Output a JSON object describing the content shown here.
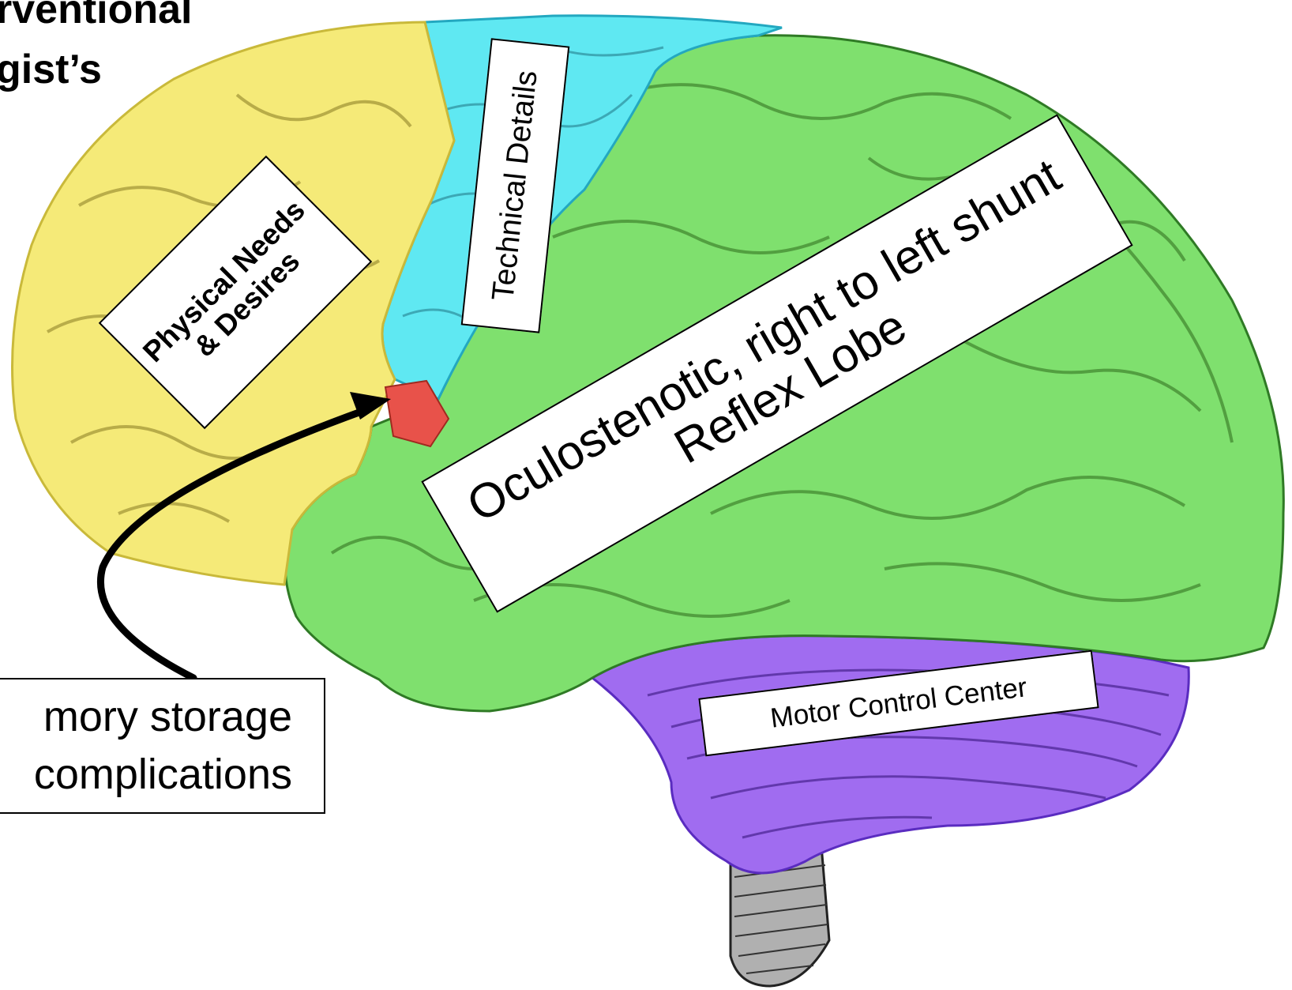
{
  "title": {
    "line1": "rventional",
    "line2": "gist’s"
  },
  "labels": {
    "physical": {
      "line1": "Physical Needs",
      "line2": "& Desires"
    },
    "technical": "Technical Details",
    "reflex": {
      "line1": "Oculostenotic, right to left shunt",
      "line2": "Reflex Lobe"
    },
    "motor": "Motor Control Center",
    "memory": {
      "line1": "mory storage",
      "line2": "complications"
    }
  },
  "colors": {
    "frontal_yellow": "#f5ea78",
    "blue_strip": "#5fe8f2",
    "green_lobes": "#7fe06e",
    "cerebellum_purple": "#a06cf0",
    "memory_red": "#e8524a",
    "gyri_lines": "#3f6d20",
    "brainstem": "#9a9a9a"
  },
  "icons": [
    "brain-illustration",
    "arrow-pointer"
  ]
}
